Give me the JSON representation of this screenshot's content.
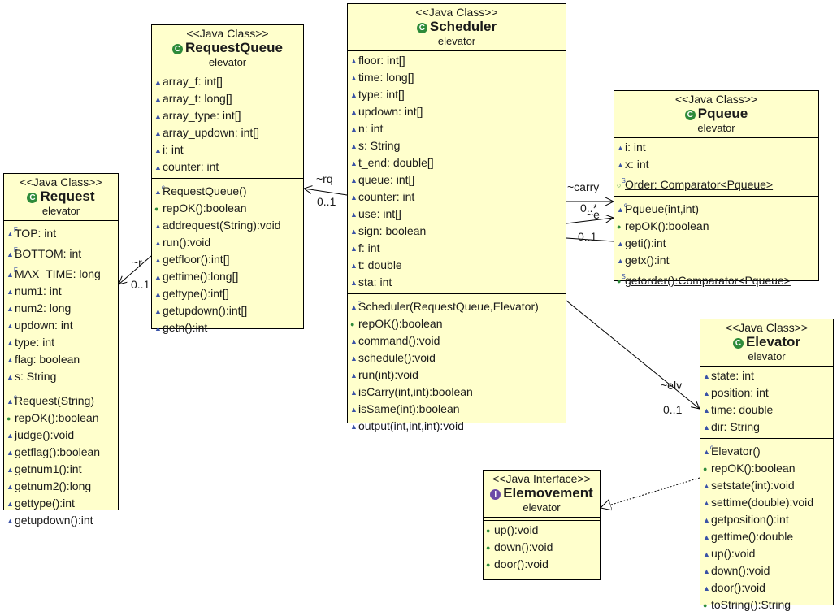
{
  "classes": {
    "scheduler": {
      "stereotype": "<<Java Class>>",
      "name": "Scheduler",
      "package": "elevator",
      "fields": [
        "floor: int[]",
        "time: long[]",
        "type: int[]",
        "updown: int[]",
        "n: int",
        "s: String",
        "t_end: double[]",
        "queue: int[]",
        "counter: int",
        "use: int[]",
        "sign: boolean",
        "f: int",
        "t: double",
        "sta: int"
      ],
      "methods": [
        "Scheduler(RequestQueue,Elevator)",
        "repOK():boolean",
        "command():void",
        "schedule():void",
        "run(int):void",
        "isCarry(int,int):boolean",
        "isSame(int):boolean",
        "output(int,int,int):void"
      ]
    },
    "request_queue": {
      "stereotype": "<<Java Class>>",
      "name": "RequestQueue",
      "package": "elevator",
      "fields": [
        "array_f: int[]",
        "array_t: long[]",
        "array_type: int[]",
        "array_updown: int[]",
        "i: int",
        "counter: int"
      ],
      "methods": [
        "RequestQueue()",
        "repOK():boolean",
        "addrequest(String):void",
        "run():void",
        "getfloor():int[]",
        "gettime():long[]",
        "gettype():int[]",
        "getupdown():int[]",
        "getn():int"
      ]
    },
    "request": {
      "stereotype": "<<Java Class>>",
      "name": "Request",
      "package": "elevator",
      "fields": [
        "TOP: int",
        "BOTTOM: int",
        "MAX_TIME: long",
        "num1: int",
        "num2: long",
        "updown: int",
        "type: int",
        "flag: boolean",
        "s: String"
      ],
      "methods": [
        "Request(String)",
        "repOK():boolean",
        "judge():void",
        "getflag():boolean",
        "getnum1():int",
        "getnum2():long",
        "gettype():int",
        "getupdown():int"
      ]
    },
    "pqueue": {
      "stereotype": "<<Java Class>>",
      "name": "Pqueue",
      "package": "elevator",
      "fields": [
        "i: int",
        "x: int",
        "Order: Comparator<Pqueue>"
      ],
      "methods": [
        "Pqueue(int,int)",
        "repOK():boolean",
        "geti():int",
        "getx():int",
        "getorder():Comparator<Pqueue>"
      ]
    },
    "elevator": {
      "stereotype": "<<Java Class>>",
      "name": "Elevator",
      "package": "elevator",
      "fields": [
        "state: int",
        "position: int",
        "time: double",
        "dir: String"
      ],
      "methods": [
        "Elevator()",
        "repOK():boolean",
        "setstate(int):void",
        "settime(double):void",
        "getposition():int",
        "gettime():double",
        "up():void",
        "down():void",
        "door():void",
        "toString():String"
      ]
    },
    "elemovement": {
      "stereotype": "<<Java Interface>>",
      "name": "Elemovement",
      "package": "elevator",
      "fields": [],
      "methods": [
        "up():void",
        "down():void",
        "door():void"
      ]
    }
  },
  "associations": {
    "rq": {
      "role": "~rq",
      "multiplicity": "0..1"
    },
    "r": {
      "role": "~r",
      "multiplicity": "0..1"
    },
    "carry": {
      "role": "~carry",
      "multiplicity": "0..*"
    },
    "e": {
      "role": "~e",
      "multiplicity": "0..1"
    },
    "elv": {
      "role": "~elv",
      "multiplicity": "0..1"
    }
  },
  "colors": {
    "class_fill": "#ffffcc",
    "field_icon": "#3a52a6",
    "method_icon": "#2e8b3a",
    "interface_icon": "#6c4aa6"
  }
}
